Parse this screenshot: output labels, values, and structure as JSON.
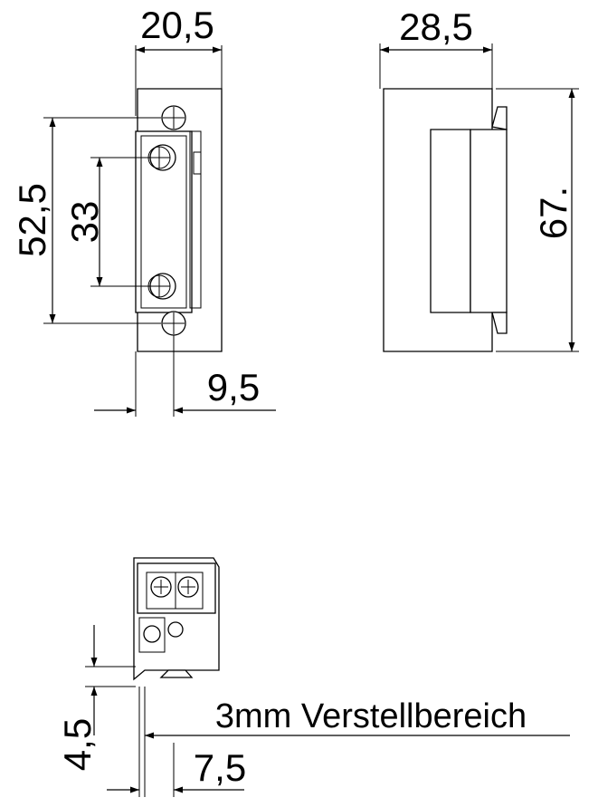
{
  "dimensions": {
    "front_width": "20,5",
    "side_width": "28,5",
    "height_overall": "52,5",
    "screw_spacing": "33",
    "side_height": "67.",
    "offset_bottom": "9,5",
    "adjust_height": "4,5",
    "adjust_width": "7,5"
  },
  "notes": {
    "adjust_range": "3mm Verstellbereich"
  }
}
